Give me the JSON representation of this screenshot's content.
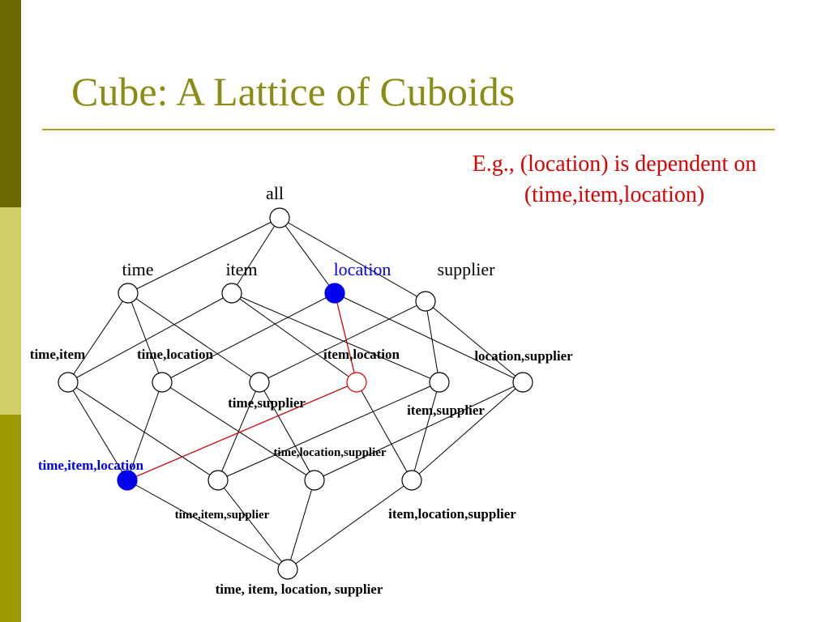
{
  "colors": {
    "title": "#8c8c14",
    "rule": "#a2a21c",
    "sidebar": [
      "#6b6b00",
      "#cfcf6a",
      "#9c9c00"
    ],
    "note": "#dd0000",
    "highlight_node": "#0000ee",
    "highlight_label": "#0000ee",
    "dependency_line": "#e00000",
    "line": "#000000"
  },
  "slide": {
    "title": "Cube: A Lattice of Cuboids",
    "note_line1": "E.g., (location) is dependent on",
    "note_line2": "(time,item,location)"
  },
  "nodes": [
    {
      "id": "all",
      "label": "all",
      "style": "plain",
      "highlight": false,
      "size": "large"
    },
    {
      "id": "t",
      "label": "time",
      "style": "plain",
      "highlight": false,
      "size": "large"
    },
    {
      "id": "i",
      "label": "item",
      "style": "plain",
      "highlight": false,
      "size": "large"
    },
    {
      "id": "l",
      "label": "location",
      "style": "plain",
      "highlight": true,
      "size": "large"
    },
    {
      "id": "s",
      "label": "supplier",
      "style": "plain",
      "highlight": false,
      "size": "large"
    },
    {
      "id": "ti",
      "label": "time,item",
      "style": "bold",
      "highlight": false,
      "size": "small"
    },
    {
      "id": "tl",
      "label": "time,location",
      "style": "bold",
      "highlight": false,
      "size": "small"
    },
    {
      "id": "ts",
      "label": "time,supplier",
      "style": "bold",
      "highlight": false,
      "size": "small"
    },
    {
      "id": "il",
      "label": "item,location",
      "style": "bold",
      "highlight": false,
      "size": "small",
      "marker": "red"
    },
    {
      "id": "is",
      "label": "item,supplier",
      "style": "bold",
      "highlight": false,
      "size": "small"
    },
    {
      "id": "ls",
      "label": "location,supplier",
      "style": "bold",
      "highlight": false,
      "size": "small"
    },
    {
      "id": "til",
      "label": "time,item,location",
      "style": "bold",
      "highlight": true,
      "size": "small"
    },
    {
      "id": "tis",
      "label": "time,item,supplier",
      "style": "bold",
      "highlight": false,
      "size": "tiny"
    },
    {
      "id": "tls",
      "label": "time,location,supplier",
      "style": "bold",
      "highlight": false,
      "size": "tiny"
    },
    {
      "id": "ils",
      "label": "item,location,supplier",
      "style": "bold",
      "highlight": false,
      "size": "small"
    },
    {
      "id": "tils",
      "label": "time, item, location, supplier",
      "style": "bold",
      "highlight": false,
      "size": "small"
    }
  ],
  "edges": [
    [
      "all",
      "t"
    ],
    [
      "all",
      "i"
    ],
    [
      "all",
      "l"
    ],
    [
      "all",
      "s"
    ],
    [
      "t",
      "ti"
    ],
    [
      "t",
      "tl"
    ],
    [
      "t",
      "ts"
    ],
    [
      "i",
      "ti"
    ],
    [
      "i",
      "il"
    ],
    [
      "i",
      "is"
    ],
    [
      "l",
      "tl"
    ],
    [
      "l",
      "il"
    ],
    [
      "l",
      "ls"
    ],
    [
      "s",
      "ts"
    ],
    [
      "s",
      "is"
    ],
    [
      "s",
      "ls"
    ],
    [
      "ti",
      "til"
    ],
    [
      "ti",
      "tis"
    ],
    [
      "tl",
      "til"
    ],
    [
      "tl",
      "tls"
    ],
    [
      "ts",
      "tis"
    ],
    [
      "ts",
      "tls"
    ],
    [
      "il",
      "til"
    ],
    [
      "il",
      "ils"
    ],
    [
      "is",
      "tis"
    ],
    [
      "is",
      "ils"
    ],
    [
      "ls",
      "tls"
    ],
    [
      "ls",
      "ils"
    ],
    [
      "til",
      "tils"
    ],
    [
      "tis",
      "tils"
    ],
    [
      "tls",
      "tils"
    ],
    [
      "ils",
      "tils"
    ]
  ],
  "dependency_path": [
    "l",
    "il",
    "til"
  ]
}
